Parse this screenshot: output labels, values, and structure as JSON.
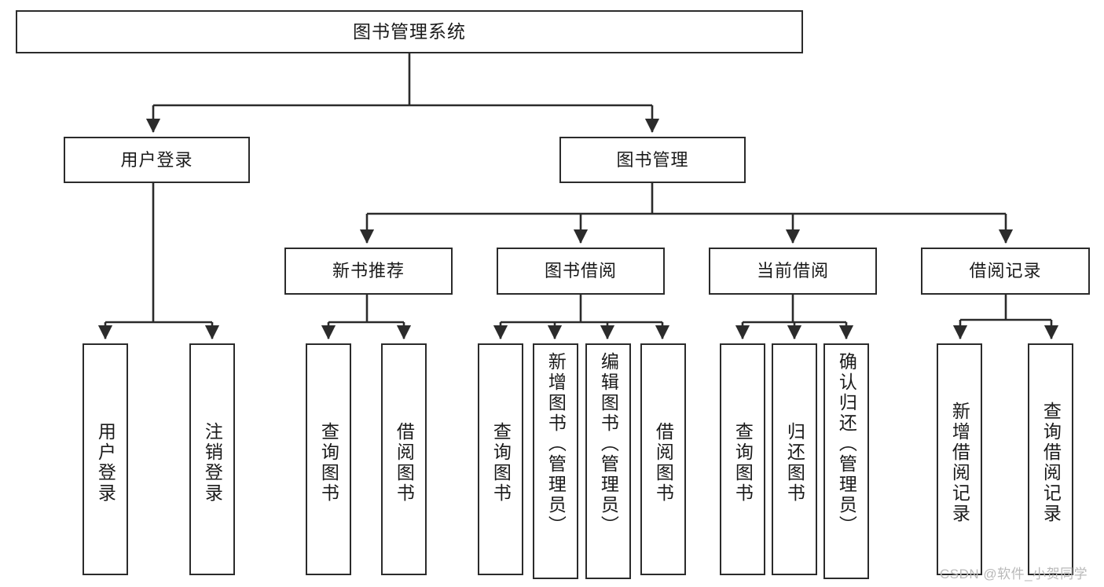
{
  "diagram": {
    "type": "tree-hierarchy",
    "title_node": {
      "label": "图书管理系统"
    },
    "level2": [
      {
        "label": "用户登录"
      },
      {
        "label": "图书管理"
      }
    ],
    "level3": [
      {
        "label": "新书推荐"
      },
      {
        "label": "图书借阅"
      },
      {
        "label": "当前借阅"
      },
      {
        "label": "借阅记录"
      }
    ],
    "leaves": {
      "user_login": [
        {
          "label": "用户登录"
        },
        {
          "label": "注销登录"
        }
      ],
      "new_book_recommend": [
        {
          "label": "查询图书"
        },
        {
          "label": "借阅图书"
        }
      ],
      "book_borrow": [
        {
          "label": "查询图书"
        },
        {
          "label": "新增图书（管理员）"
        },
        {
          "label": "编辑图书（管理员）"
        },
        {
          "label": "借阅图书"
        }
      ],
      "current_borrow": [
        {
          "label": "查询图书"
        },
        {
          "label": "归还图书"
        },
        {
          "label": "确认归还（管理员）"
        }
      ],
      "borrow_record": [
        {
          "label": "新增借阅记录"
        },
        {
          "label": "查询借阅记录"
        }
      ]
    },
    "watermark": {
      "text": "CSDN @软件_小贺同学"
    },
    "colors": {
      "stroke": "#2b2b2b",
      "fill": "#ffffff",
      "text": "#1a1a1a",
      "watermark": "#b9b9b9"
    }
  }
}
